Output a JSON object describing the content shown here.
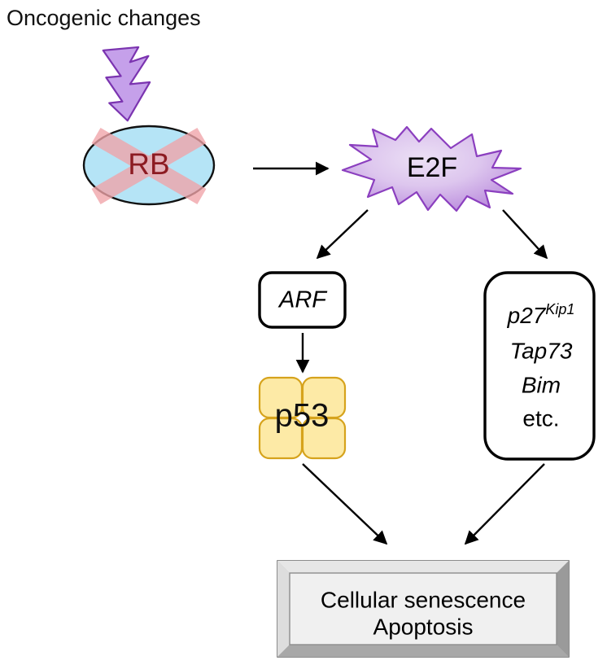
{
  "diagram": {
    "title": "Oncogenic changes",
    "background_color": "#ffffff",
    "nodes": {
      "lightning": {
        "name": "lightning-bolt",
        "fill": "#c5a0ea",
        "stroke": "#7b34b0"
      },
      "rb": {
        "label": "RB",
        "fill": "#b5e4f6",
        "stroke": "#111111",
        "text_color": "#8c1b22",
        "cross_color": "#f0a3a8",
        "inactivated": true
      },
      "e2f": {
        "label": "E2F",
        "fill_center": "#e4d1f2",
        "fill_edge": "#b985db",
        "stroke": "#8b3fbf",
        "text_color": "#000000"
      },
      "arf": {
        "label": "ARF",
        "fill": "#ffffff",
        "stroke": "#000000",
        "italic": true
      },
      "p53": {
        "label": "p53",
        "fill": "#fdeaa6",
        "stroke": "#d6a31c",
        "subunits": 4
      },
      "targets": {
        "lines": [
          {
            "text": "p27",
            "superscript": "Kip1",
            "italic": true
          },
          {
            "text": "Tap73",
            "superscript": "",
            "italic": true
          },
          {
            "text": "Bim",
            "superscript": "",
            "italic": true
          },
          {
            "text": "etc.",
            "superscript": "",
            "italic": false
          }
        ],
        "fill": "#ffffff",
        "stroke": "#000000"
      },
      "outcome": {
        "lines": [
          "Cellular senescence",
          "Apoptosis"
        ],
        "face_fill": "#f0f0f0",
        "bevel_light": "#d8d8d8",
        "bevel_dark": "#9a9a9a",
        "stroke": "#6f6f6f"
      }
    },
    "edges": [
      {
        "from": "rb",
        "to": "e2f",
        "style": "arrow"
      },
      {
        "from": "e2f",
        "to": "arf",
        "style": "arrow"
      },
      {
        "from": "e2f",
        "to": "targets",
        "style": "arrow"
      },
      {
        "from": "arf",
        "to": "p53",
        "style": "arrow"
      },
      {
        "from": "p53",
        "to": "outcome",
        "style": "arrow"
      },
      {
        "from": "targets",
        "to": "outcome",
        "style": "arrow"
      }
    ]
  }
}
